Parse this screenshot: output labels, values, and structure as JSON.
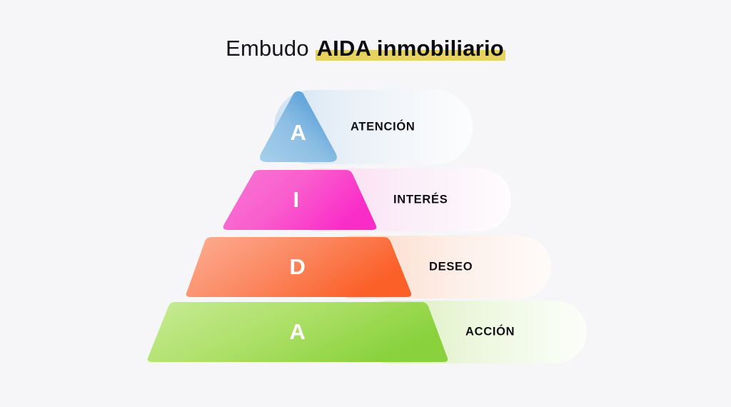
{
  "page": {
    "background_color": "#f6f6f8",
    "title": {
      "regular_part": "Embudo ",
      "bold_part": "AIDA inmobiliario",
      "highlight_color": "#e6d25e"
    }
  },
  "funnel": {
    "stages": [
      {
        "id": "attention",
        "letter": "A",
        "label": "ATENCIÓN",
        "shape": "triangle",
        "color_from": "#9ec9e8",
        "color_to": "#4a96d6",
        "pill_color": "#cfe2f2"
      },
      {
        "id": "interest",
        "letter": "I",
        "label": "INTERÉS",
        "shape": "trapezoid",
        "color_from": "#f870d0",
        "color_to": "#fa2dc8",
        "pill_color": "#fbd3ef"
      },
      {
        "id": "desire",
        "letter": "D",
        "label": "DESEO",
        "shape": "trapezoid",
        "color_from": "#fba98c",
        "color_to": "#fb6330",
        "pill_color": "#fdd2c0"
      },
      {
        "id": "action",
        "letter": "A",
        "label": "ACCIÓN",
        "shape": "trapezoid",
        "color_from": "#c3e98d",
        "color_to": "#8bd240",
        "pill_color": "#d6eeb6"
      }
    ]
  }
}
